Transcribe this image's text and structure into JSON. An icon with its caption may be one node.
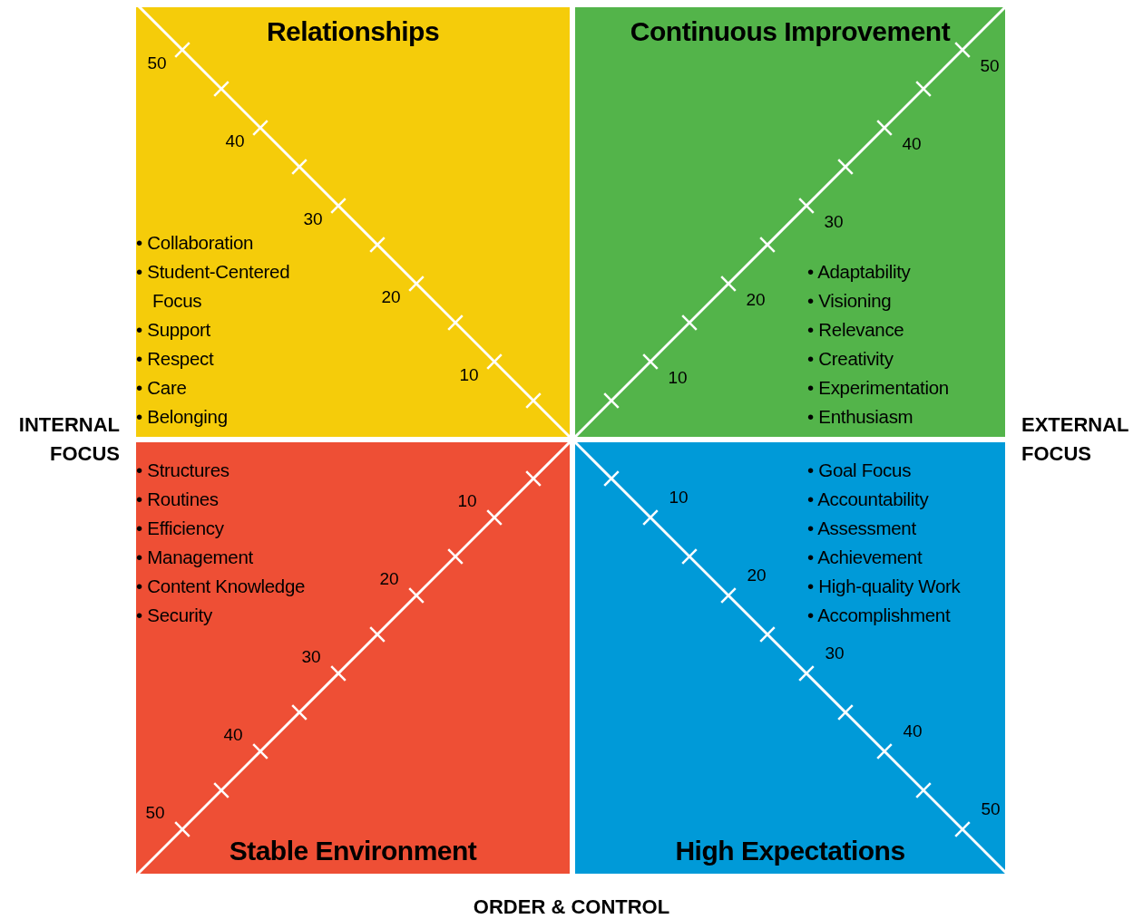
{
  "diagram": {
    "nodes": [
      {
        "text": [
          "Relationships",
          "• Collaboration",
          "• Student-Centered Focus",
          "• Support",
          "• Respect",
          "• Care",
          "• Belonging"
        ]
      },
      {
        "text": [
          "Continuous Improvement",
          "• Adaptability",
          "• Visioning",
          "• Relevance",
          "• Creativity",
          "• Experimentation",
          "• Enthusiasm"
        ]
      },
      {
        "text": [
          "• Structures",
          "• Routines",
          "• Efficiency",
          "• Management",
          "• Content Knowledge",
          "• Security",
          "Stable Environment"
        ]
      },
      {
        "text": [
          "• Goal Focus",
          "• Accountability",
          "• Assessment",
          "• Achievement",
          "• High-quality Work",
          "• Accomplishment",
          "High Expectations"
        ]
      }
    ],
    "labels": [
      "50",
      "40",
      "30",
      "20",
      "10",
      "50",
      "40",
      "30",
      "20",
      "10",
      "INTERNAL FOCUS",
      "EXTERNAL FOCUS",
      "10",
      "20",
      "30",
      "40",
      "50",
      "10",
      "20",
      "30",
      "40",
      "50",
      "ORDER & CONTROL"
    ]
  }
}
